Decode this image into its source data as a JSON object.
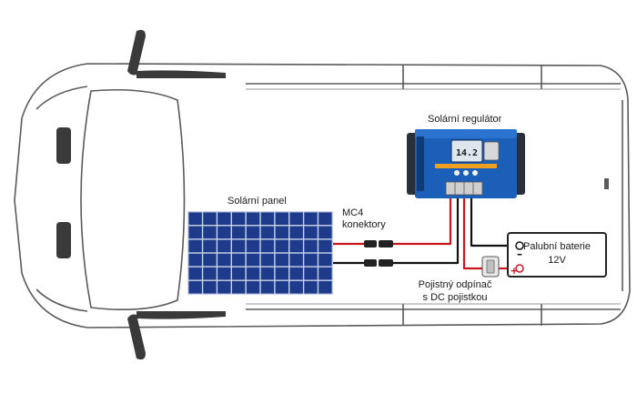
{
  "labels": {
    "solar_regulator": "Solární regulátor",
    "solar_panel": "Solární panel",
    "mc4_line1": "MC4",
    "mc4_line2": "konektory",
    "battery_line1": "Palubní baterie",
    "battery_line2": "12V",
    "fuse_line1": "Pojistný odpínač",
    "fuse_line2": "s DC pojistkou"
  },
  "regulator_display": {
    "reading": "14.2"
  },
  "colors": {
    "van_outline": "#5a5a5a",
    "van_dark": "#3a3a3a",
    "regulator_blue": "#1b5fb8",
    "regulator_frame": "#2a2f3a",
    "panel_cell": "#1e3a8a",
    "panel_grid": "#c9d4ea",
    "wire_red": "#c8161d",
    "wire_black": "#111111"
  },
  "icons": {
    "battery_terminal_neg": "minus",
    "battery_terminal_pos": "plus"
  }
}
